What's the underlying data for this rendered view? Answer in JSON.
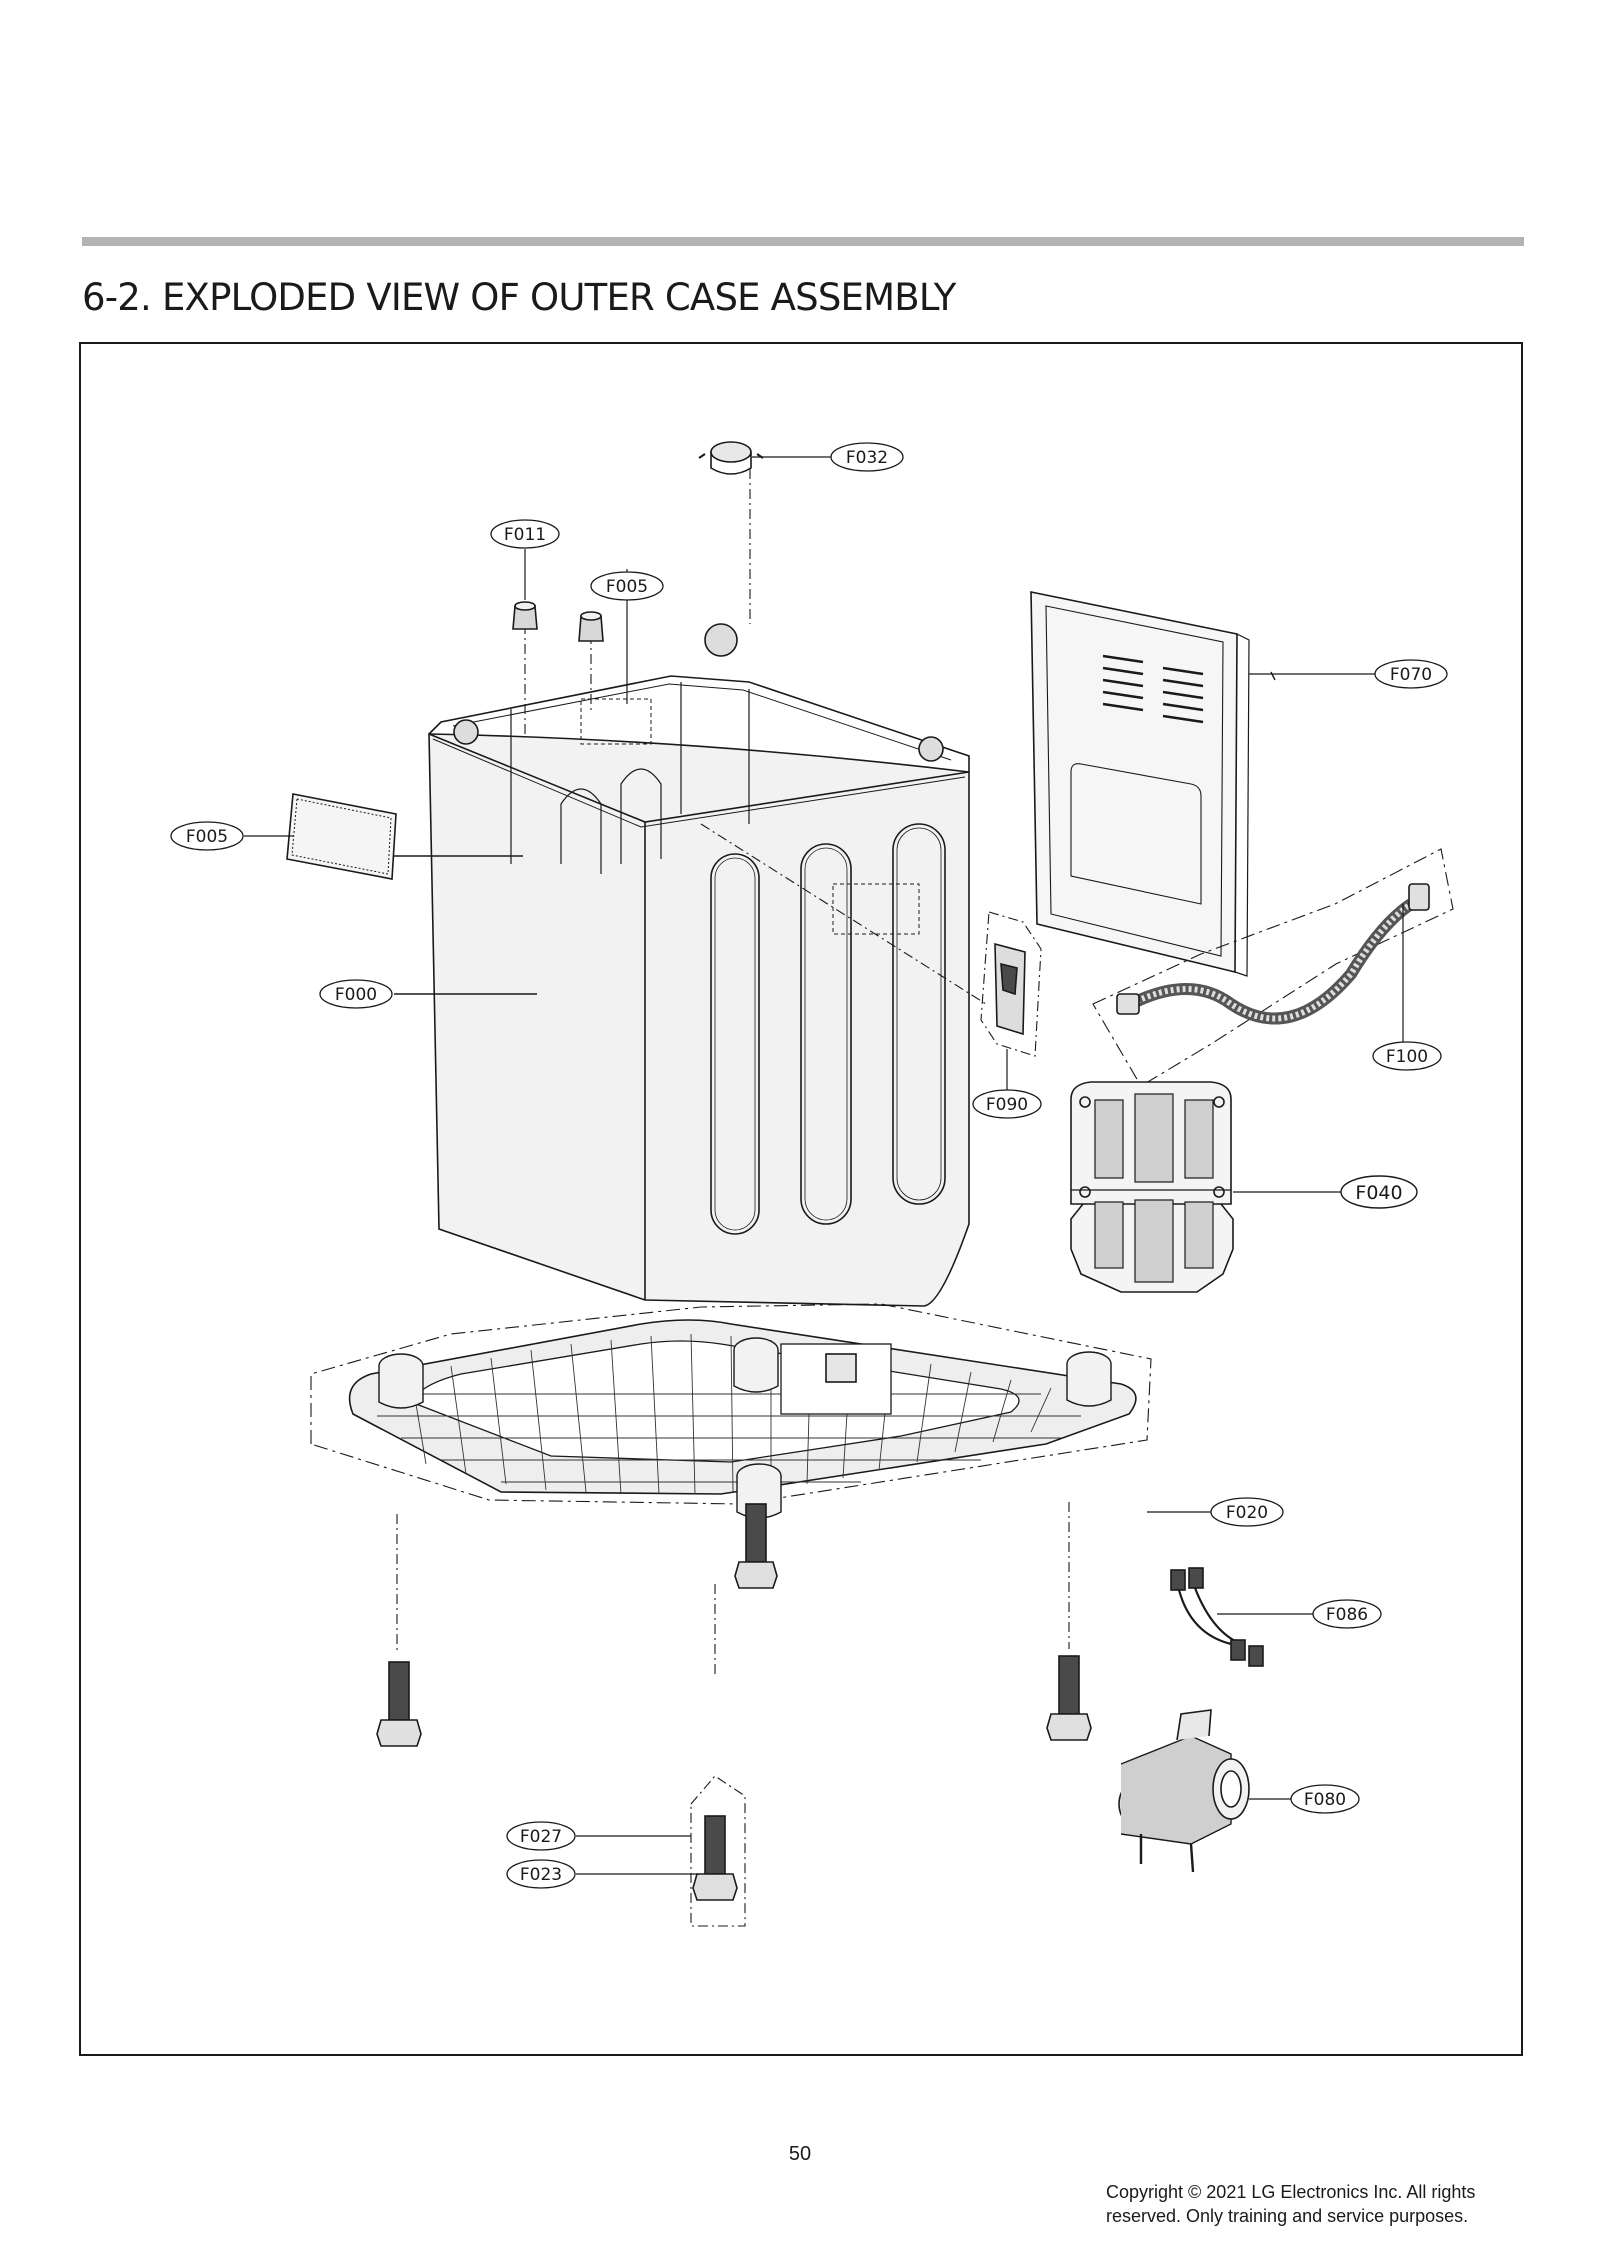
{
  "page": {
    "title": "6-2. EXPLODED VIEW OF OUTER CASE ASSEMBLY",
    "page_number": "50",
    "copyright_line1": "Copyright © 2021 LG Electronics Inc. All rights",
    "copyright_line2": "reserved. Only training and service purposes."
  },
  "callouts": {
    "f032": "F032",
    "f011": "F011",
    "f005_top": "F005",
    "f070": "F070",
    "f005_left": "F005",
    "f000": "F000",
    "f090": "F090",
    "f100": "F100",
    "f040": "F040",
    "f020": "F020",
    "f086": "F086",
    "f080": "F080",
    "f027": "F027",
    "f023": "F023"
  },
  "colors": {
    "ink": "#1a1a1a",
    "rule": "#b3b3b3",
    "part_fill": "#ececec",
    "dark_fill": "#4a4a4a"
  }
}
